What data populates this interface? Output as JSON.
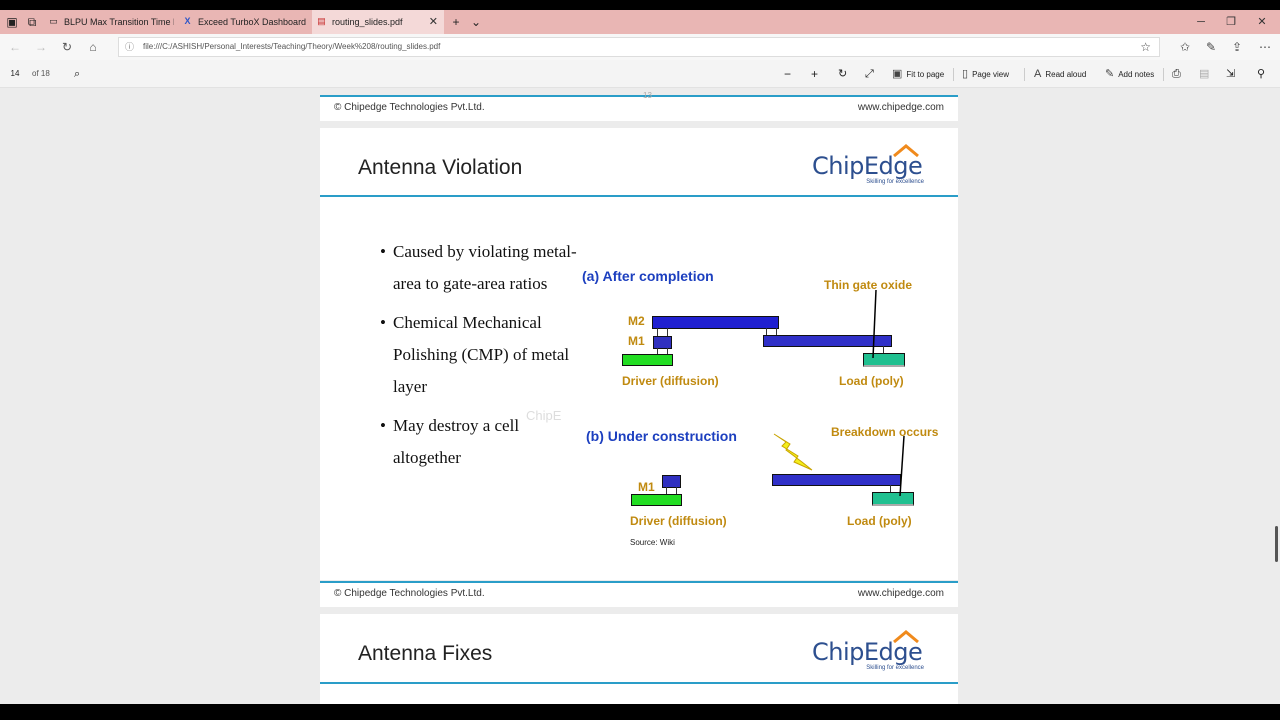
{
  "browser": {
    "tabs": [
      {
        "label": "BLPU Max Transition Time R",
        "icon": "page-icon"
      },
      {
        "label": "Exceed TurboX Dashboard",
        "icon": "x-logo-icon"
      },
      {
        "label": "routing_slides.pdf",
        "icon": "pdf-icon"
      }
    ],
    "url": "file:///C:/ASHISH/Personal_Interests/Teaching/Theory/Week%208/routing_slides.pdf"
  },
  "pdf_toolbar": {
    "page_current": "14",
    "page_total": "of 18",
    "fit_to_page": "Fit to page",
    "page_view": "Page view",
    "read_aloud": "Read aloud",
    "add_notes": "Add notes"
  },
  "slides": {
    "prev_footer": {
      "left": "© Chipedge Technologies Pvt.Ltd.",
      "right": "www.chipedge.com",
      "page_no": "13"
    },
    "main": {
      "title": "Antenna Violation",
      "logo_text": "ChipEdge",
      "logo_tagline": "Skilling for excellence",
      "bullets": [
        "Caused by violating metal-area to gate-area ratios",
        "Chemical Mechanical Polishing (CMP) of metal layer",
        "May destroy a cell altogether"
      ],
      "watermark": "ChipE",
      "diagram": {
        "a_title": "(a) After completion",
        "thin_gate_oxide": "Thin gate oxide",
        "m2": "M2",
        "m1": "M1",
        "driver_a": "Driver (diffusion)",
        "load_a": "Load (poly)",
        "b_title": "(b) Under construction",
        "breakdown": "Breakdown occurs",
        "m1_b": "M1",
        "driver_b": "Driver (diffusion)",
        "load_b": "Load (poly)",
        "source": "Source: Wiki",
        "colors": {
          "metal": "#2020d0",
          "diffusion": "#22dd22",
          "poly": "#20c090",
          "label": "#c08a10",
          "heading": "#1c3fbf"
        }
      },
      "footer": {
        "left": "© Chipedge Technologies Pvt.Ltd.",
        "right": "www.chipedge.com"
      }
    },
    "next": {
      "title": "Antenna Fixes",
      "logo_text": "ChipEdge",
      "logo_tagline": "Skilling for excellence"
    }
  }
}
